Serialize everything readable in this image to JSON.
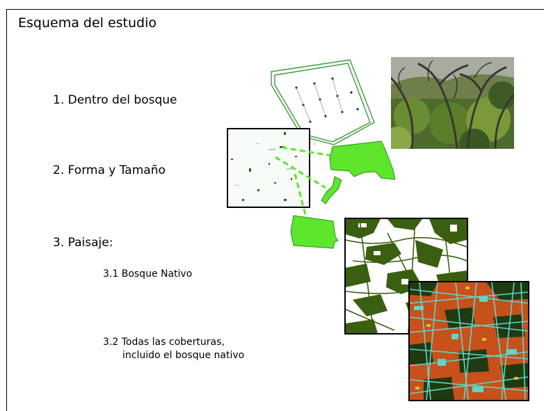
{
  "slide": {
    "title": "Esquema del estudio",
    "items": [
      {
        "label": "1. Dentro del bosque"
      },
      {
        "label": "2. Forma y Tamaño"
      },
      {
        "label": "3. Paisaje:"
      }
    ],
    "subitems": [
      {
        "label": "3.1 Bosque Nativo"
      },
      {
        "label_line1": "3.2 Todas las coberturas,",
        "label_line2": "incluido el bosque nativo"
      }
    ]
  },
  "colors": {
    "patch_green": "#5ee62c",
    "forest_dark": "#3b5f10",
    "cover_cyan": "#5fd6c8",
    "cover_orange": "#c8501a",
    "cover_darkgreen": "#1f3a10",
    "cover_yellow": "#d8c22a"
  },
  "icons": {
    "forest_photo": "forest-photo",
    "plot_map": "plot-outline-map",
    "landscape_map": "native-forest-landscape-map",
    "cover_map": "land-cover-classification-map"
  }
}
